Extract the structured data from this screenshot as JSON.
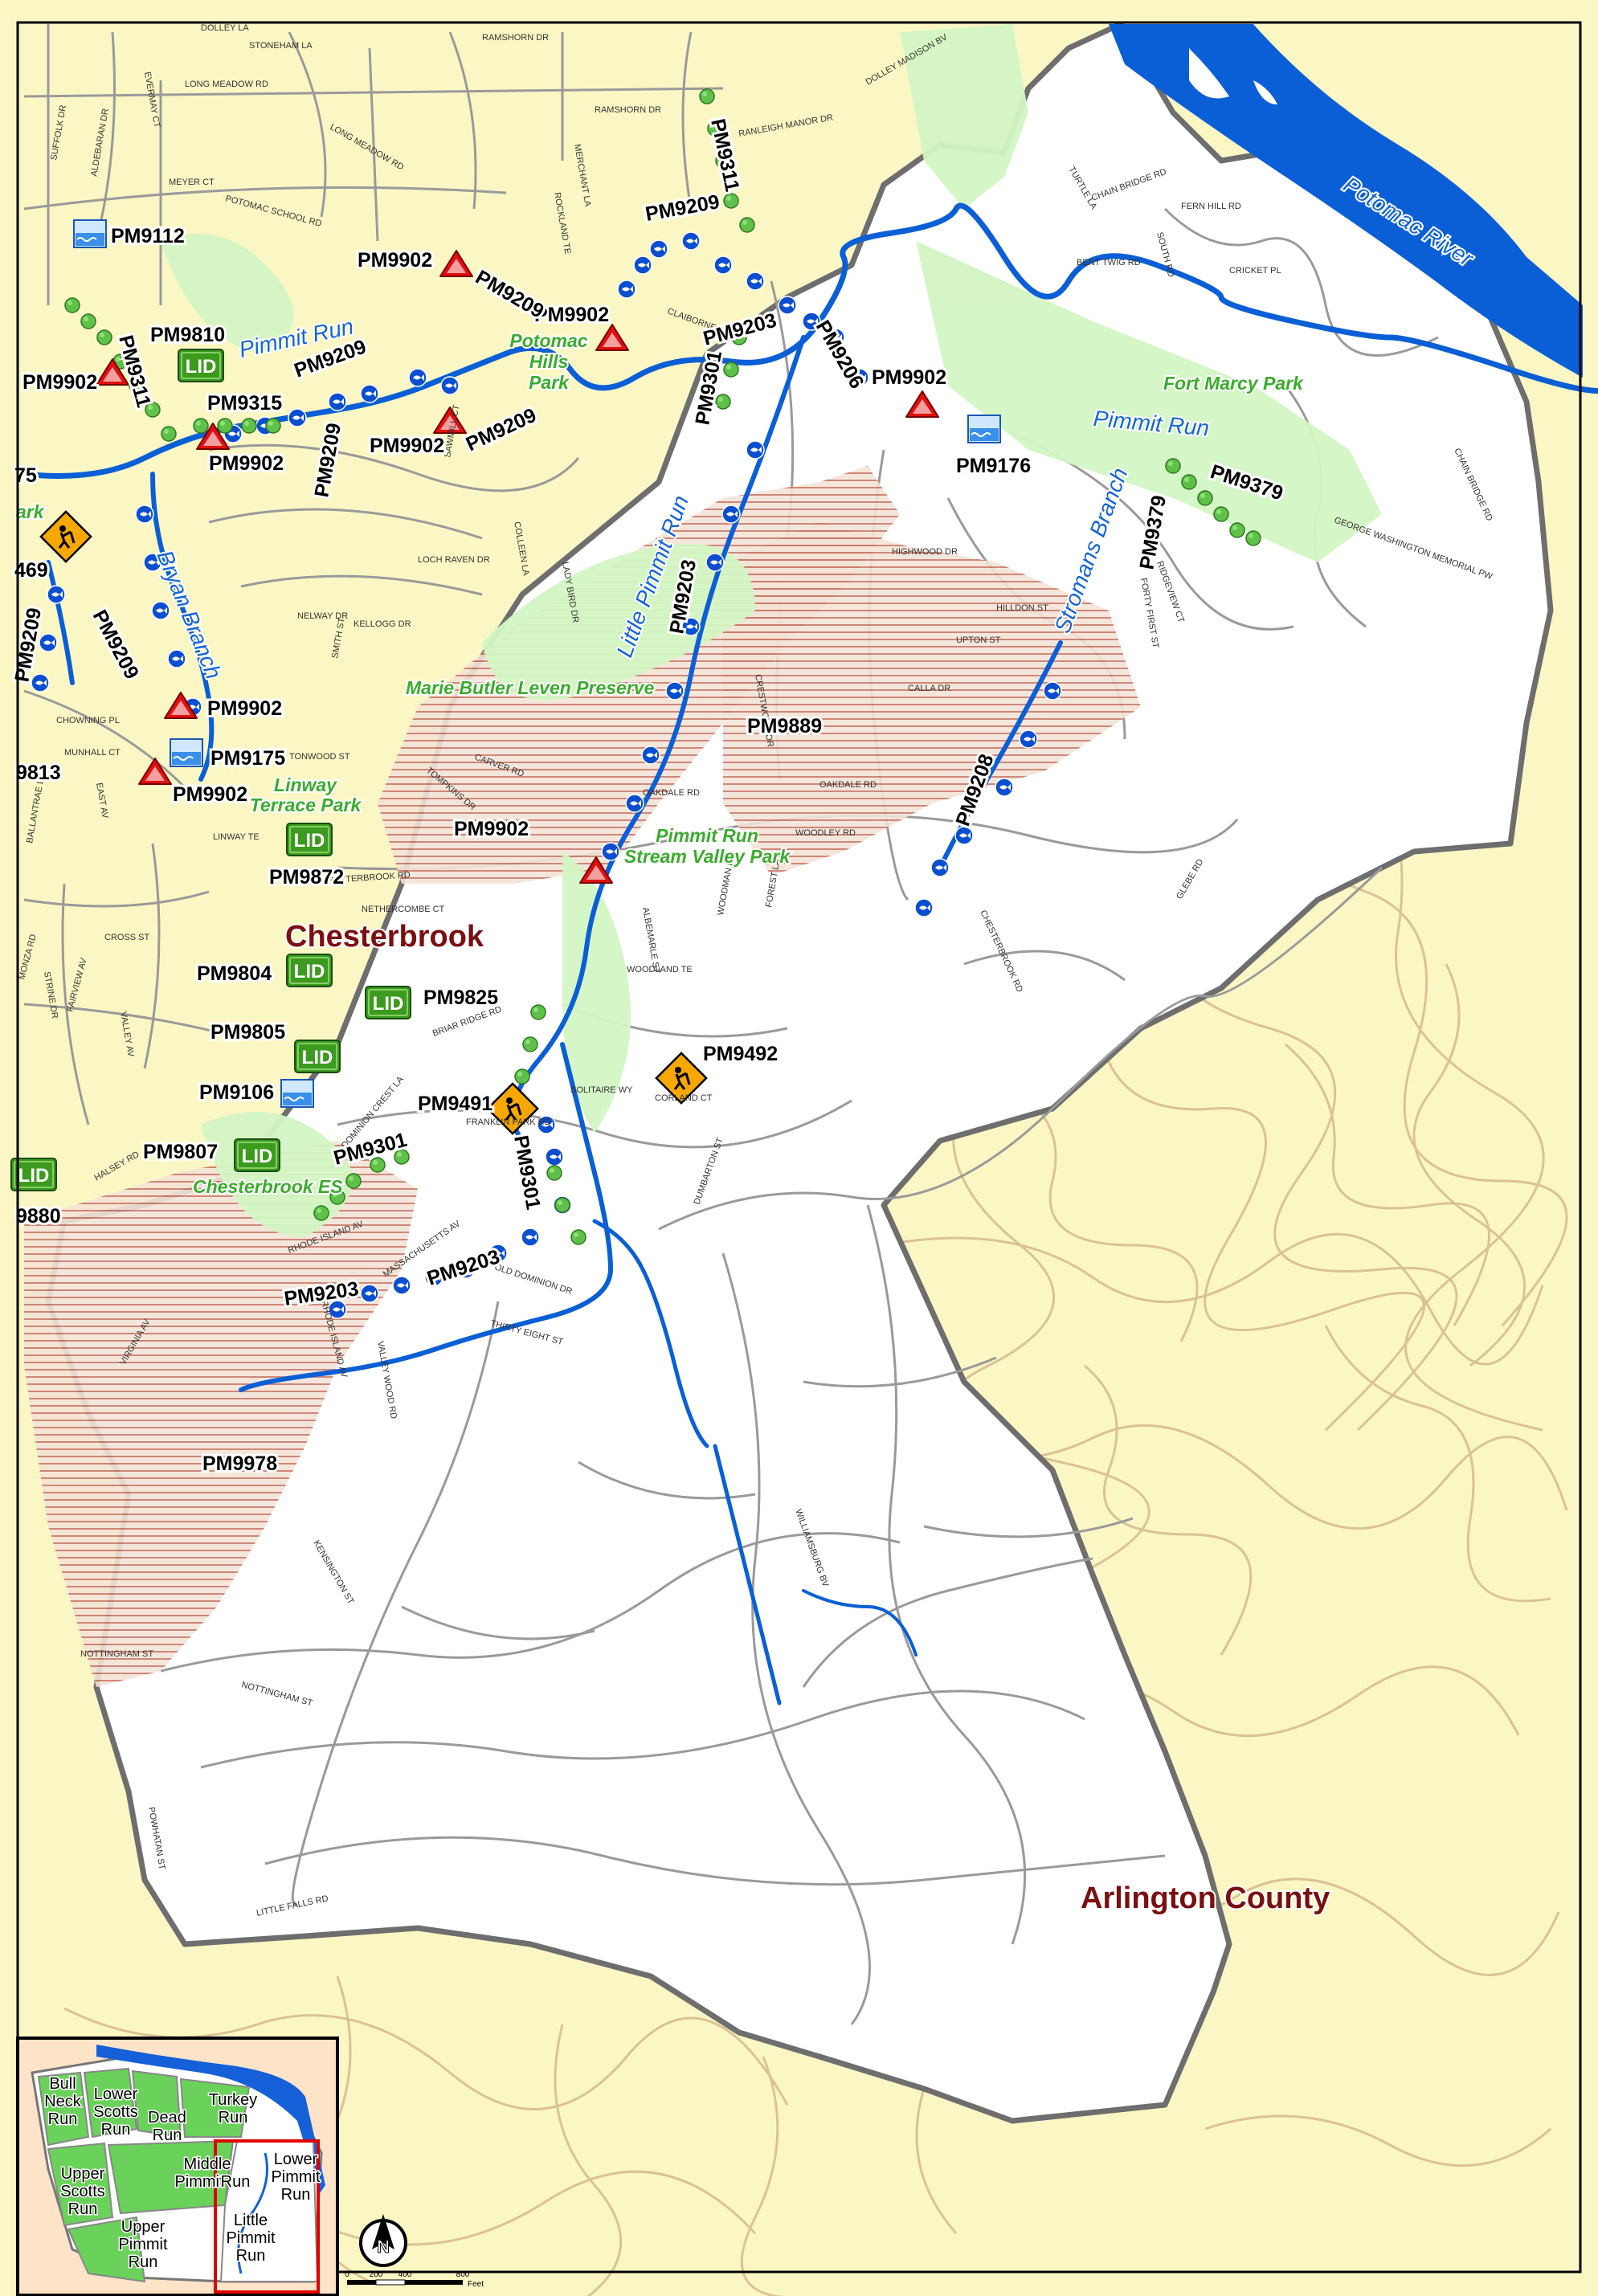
{
  "places": {
    "chesterbrook": "Chesterbrook",
    "arlington": "Arlington County"
  },
  "water": {
    "potomac": "Potomac River",
    "pimmit_run_1": "Pimmit Run",
    "pimmit_run_2": "Pimmit Run",
    "little_pimmit": "Little Pimmit Run",
    "bryan": "Bryan Branch",
    "stromans": "Stromans Branch"
  },
  "parks": {
    "potomac_hills": [
      "Potomac",
      "Hills",
      "Park"
    ],
    "fort_marcy": "Fort Marcy Park",
    "marie_butler": "Marie Butler Leven Preserve",
    "linway": [
      "Linway",
      "Terrace Park"
    ],
    "stream_valley": [
      "Pimmit Run",
      "Stream Valley Park"
    ],
    "chesterbrook_es": "Chesterbrook ES",
    "park_fragment": "ark"
  },
  "project_codes": {
    "pm9112": "PM9112",
    "pm9810": "PM9810",
    "pm9902_a": "PM9902",
    "pm9902_b": "PM9902",
    "pm9902_c": "PM9902",
    "pm9902_d": "PM9902",
    "pm9902_e": "PM9902",
    "pm9902_f": "PM9902",
    "pm9902_g": "PM9902",
    "pm9902_h": "PM9902",
    "pm9902_i": "PM9902",
    "pm9209_a": "PM9209",
    "pm9209_b": "PM9209",
    "pm9209_c": "PM9209",
    "pm9209_d": "PM9209",
    "pm9209_e": "PM9209",
    "pm9209_f": "PM9209",
    "pm9209_g": "PM9209",
    "pm9311_a": "PM9311",
    "pm9311_b": "PM9311",
    "pm9315": "PM9315",
    "pm9203_a": "PM9203",
    "pm9203_b": "PM9203",
    "pm9203_c": "PM9203",
    "pm9203_d": "PM9203",
    "pm9206": "PM9206",
    "pm9301_a": "PM9301",
    "pm9301_b": "PM9301",
    "pm9301_c": "PM9301",
    "pm9176": "PM9176",
    "pm9379_a": "PM9379",
    "pm9379_b": "PM9379",
    "pm9175": "PM9175",
    "pm9889": "PM9889",
    "pm9208": "PM9208",
    "pm9872": "PM9872",
    "pm9804": "PM9804",
    "pm9825": "PM9825",
    "pm9805": "PM9805",
    "pm9106": "PM9106",
    "pm9492": "PM9492",
    "pm9491": "PM9491",
    "pm9807": "PM9807",
    "pm9978": "PM9978",
    "frag_469": "469",
    "frag_9813": "9813",
    "frag_9880": "9880",
    "frag_75": "75"
  },
  "markers": {
    "lid": "LID"
  },
  "streets": {
    "s1": "DOLLEY MADISON BV",
    "s2": "GEORGE WASHINGTON MEMORIAL PW",
    "s3": "CHESTERBROOK RD",
    "s4": "OLD DOMINION DR",
    "s5": "NOTTINGHAM ST",
    "s6": "WILLIAMSBURG BV",
    "s7": "LITTLE FALLS RD",
    "s8": "POWHATAN ST",
    "s9": "KENSINGTON ST",
    "s10": "RHODE ISLAND AV",
    "s11": "MASSACHUSETTS AV",
    "s12": "OAKDALE RD",
    "s13": "WOODLEY RD",
    "s14": "CHAIN BRIDGE RD",
    "s15": "POTOMAC SCHOOL RD",
    "s16": "LONG MEADOW RD",
    "s17": "RAMSHORN DR",
    "s18": "STONEHAM LA",
    "s19": "LOCH RAVEN DR",
    "s20": "KELLOGG DR",
    "s21": "FRANKLIN PARK RD",
    "s22": "WOODLAND TE",
    "s23": "DOMINION CREST LA",
    "s24": "BRIAR RIDGE RD",
    "s25": "SOLITAIRE WY",
    "s26": "CORLAND CT",
    "s27": "HILLDON ST",
    "s28": "UPTON ST",
    "s29": "HIGHWOOD DR",
    "s30": "FERN HILL RD",
    "s31": "CRICKET PL",
    "s32": "VIRGINIA AV",
    "s33": "MEYER CT",
    "s34": "RANLEIGH MANOR DR",
    "s35": "CLAIBORNE DR",
    "s36": "TONWOOD ST",
    "s37": "CHOWNING PL",
    "s38": "MUNHALL CT",
    "s39": "EAST AV",
    "s40": "LINWAY TE",
    "s41": "HALSEY RD",
    "s42": "VALLEY WOOD RD",
    "s43": "DUMBARTON ST",
    "s44": "THIRTY EIGHT ST",
    "s45": "ALBEMARLE ST",
    "s46": "WOODMAN DR",
    "s47": "FOREST LA",
    "s48": "CRESTWOOD DR",
    "s49": "GLEBE RD",
    "s50": "FORTY FIRST ST",
    "s51": "RIDGEVIEW CT",
    "s52": "TURTLE LA",
    "s53": "BENT TWIG RD",
    "s54": "SOUTH RD",
    "s55": "MERCHANT LA",
    "s56": "EVERMAY CT",
    "s57": "SUFFOLK DR",
    "s58": "ALDEBARAN DR",
    "s59": "NELWAY DR",
    "s60": "LADY BIRD DR",
    "s61": "SMITH ST",
    "s62": "COLLEEN LA",
    "s63": "SAWMILL CT",
    "s64": "CARVER RD",
    "s65": "TOMPKINS DR",
    "s66": "NETHERCOMBE CT",
    "s67": "MONZA RD",
    "s68": "CROSS ST",
    "s69": "FAIRVIEW AV",
    "s70": "VALLEY AV",
    "s71": "STRINE DR",
    "s72": "BALLANTRAE LA",
    "s73": "CALLA DR",
    "s74": "ROCKLAND TE",
    "s75": "DOLLEY LA"
  },
  "scale": {
    "t0": "0",
    "t200": "200",
    "t400": "400",
    "t800": "800",
    "unit": "Feet"
  },
  "inset": {
    "bull_neck": [
      "Bull",
      "Neck",
      "Run"
    ],
    "lower_scotts": [
      "Lower",
      "Scotts",
      "Run"
    ],
    "dead": [
      "Dead",
      "Run"
    ],
    "turkey": [
      "Turkey",
      "Run"
    ],
    "upper_scotts": [
      "Upper",
      "Scotts",
      "Run"
    ],
    "middle_pimmit": [
      "Middle",
      "Pimmit",
      "Run"
    ],
    "lower_pimmit": [
      "Lower",
      "Pimmit",
      "Run"
    ],
    "upper_pimmit": [
      "Upper",
      "Pimmit",
      "Run"
    ],
    "little_pimmit": [
      "Little",
      "Pimmit",
      "Run"
    ]
  },
  "colors": {
    "county_background": "#fbf7c4",
    "watershed": "#ffffff",
    "river": "#0b5fd6",
    "park": "#d3f5c4",
    "hatch": "#c97b6a",
    "lid_box": "#3c9a1e",
    "hazard": "#e10f0f",
    "sign": "#f6a800",
    "place_text": "#7a0f12"
  },
  "icons": {
    "lid": "lid-badge-icon",
    "hazard": "warning-triangle-icon",
    "pond": "pond-icon",
    "work": "worker-sign-icon",
    "fish": "fish-icon",
    "tree": "tree-icon",
    "north": "north-arrow-icon"
  }
}
